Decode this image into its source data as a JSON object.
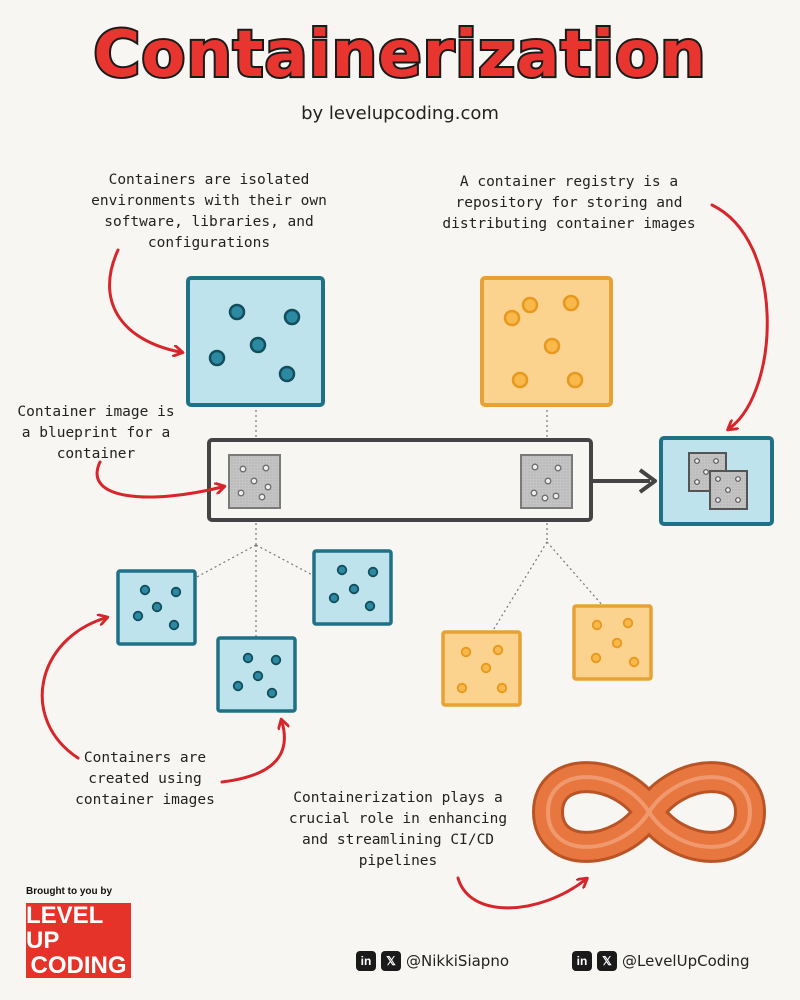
{
  "header": {
    "title": "Containerization",
    "subtitle": "by levelupcoding.com"
  },
  "notes": {
    "containers_isolated": "Containers are isolated environments with their own software, libraries, and configurations",
    "registry": "A container registry is a repository for storing and distributing container images",
    "image_blueprint": "Container image is a blueprint for a container",
    "created_using": "Containers are created using container images",
    "cicd": "Containerization plays a crucial role in enhancing and streamlining CI/CD pipelines"
  },
  "footer": {
    "brought_by": "Brought to you by",
    "logo_line1": "LEVEL UP",
    "logo_line2": "CODING",
    "handle_1": "@NikkiSiapno",
    "handle_2": "@LevelUpCoding",
    "linkedin_glyph": "in",
    "x_glyph": "𝕏"
  },
  "colors": {
    "blue_fill": "#bfe3ec",
    "blue_stroke": "#1e7186",
    "orange_fill": "#fbd38f",
    "orange_stroke": "#e8a233",
    "gray_fill": "#bdbdbd",
    "arrow_red": "#d7262b",
    "title_red": "#e8352f",
    "infinity": "#e8763f"
  },
  "icons": [
    "linkedin-icon",
    "x-icon",
    "infinity-icon"
  ]
}
